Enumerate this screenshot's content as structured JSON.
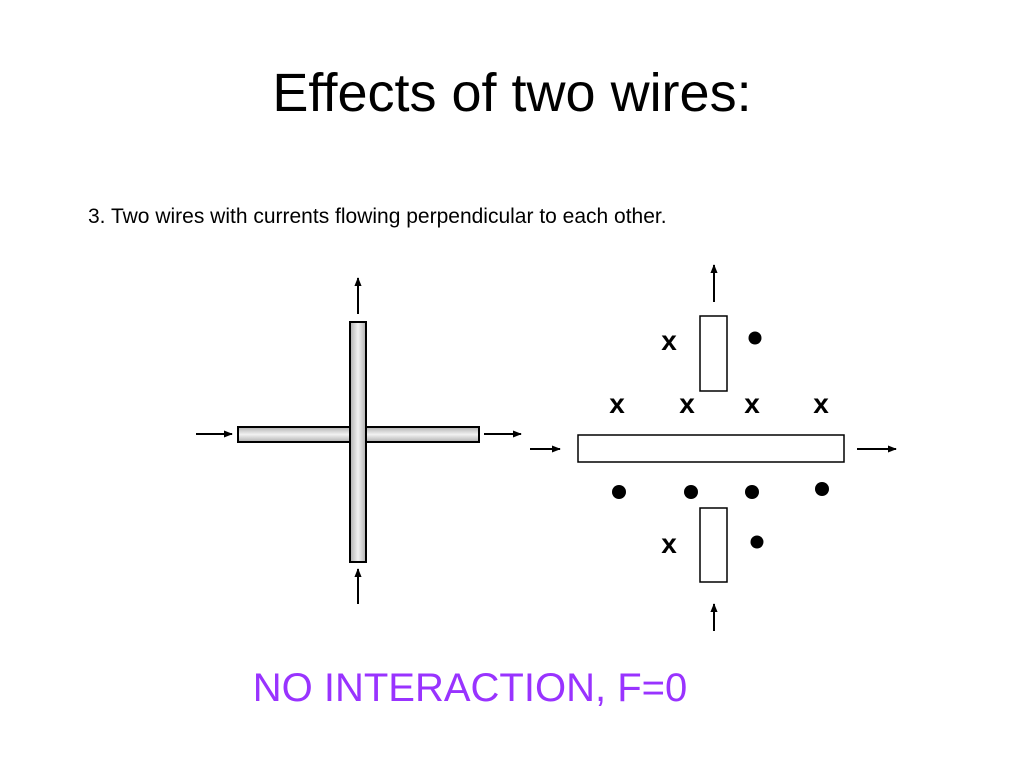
{
  "slide": {
    "title": "Effects of two wires:",
    "subtitle": "3. Two wires with currents flowing perpendicular to each other.",
    "conclusion": "NO INTERACTION, F=0"
  },
  "colors": {
    "text": "#000000",
    "conclusion": "#9933ff",
    "wire_fill": "#dcdcdc",
    "wire_outline": "#000000"
  },
  "diagram": {
    "field_into_page_symbol": "x",
    "field_out_of_page_symbol": "●"
  }
}
